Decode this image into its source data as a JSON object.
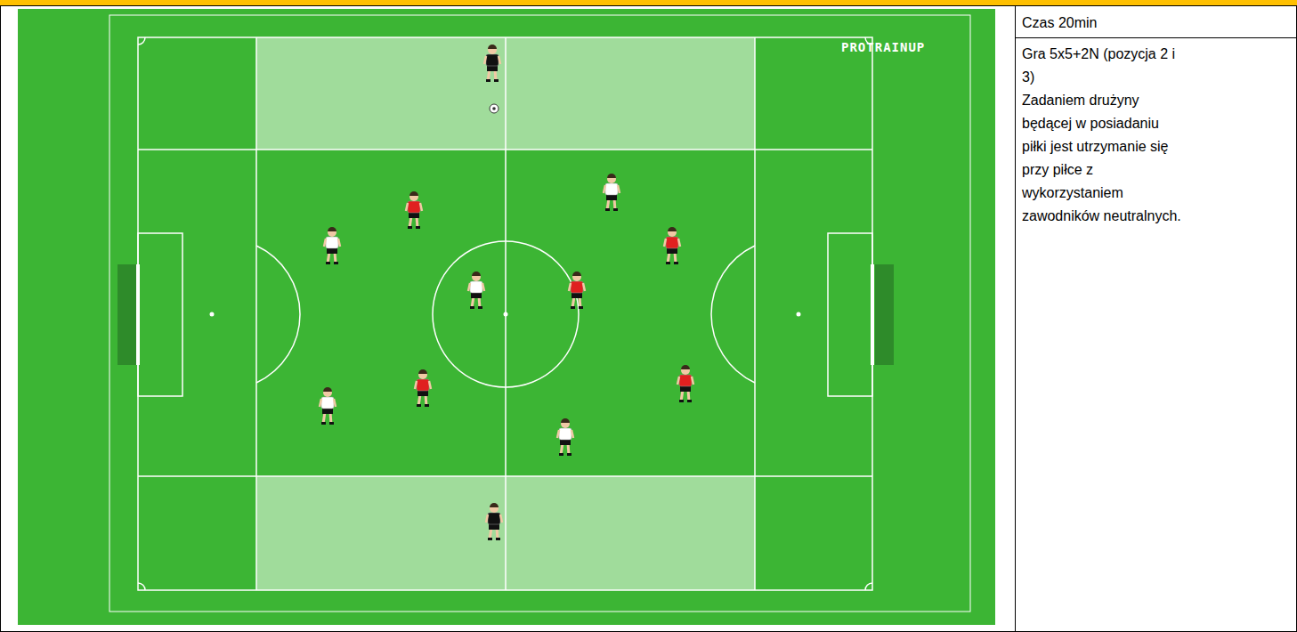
{
  "diagram": {
    "labels": [
      "PROTRAINUP",
      "Czas 20min",
      "Gra 5x5+2N (pozycja 2 i 3)",
      "Zadaniem drużyny będącej w posiadaniu piłki jest utrzymanie się przy piłce z wykorzystaniem zawodników neutralnych."
    ]
  }
}
